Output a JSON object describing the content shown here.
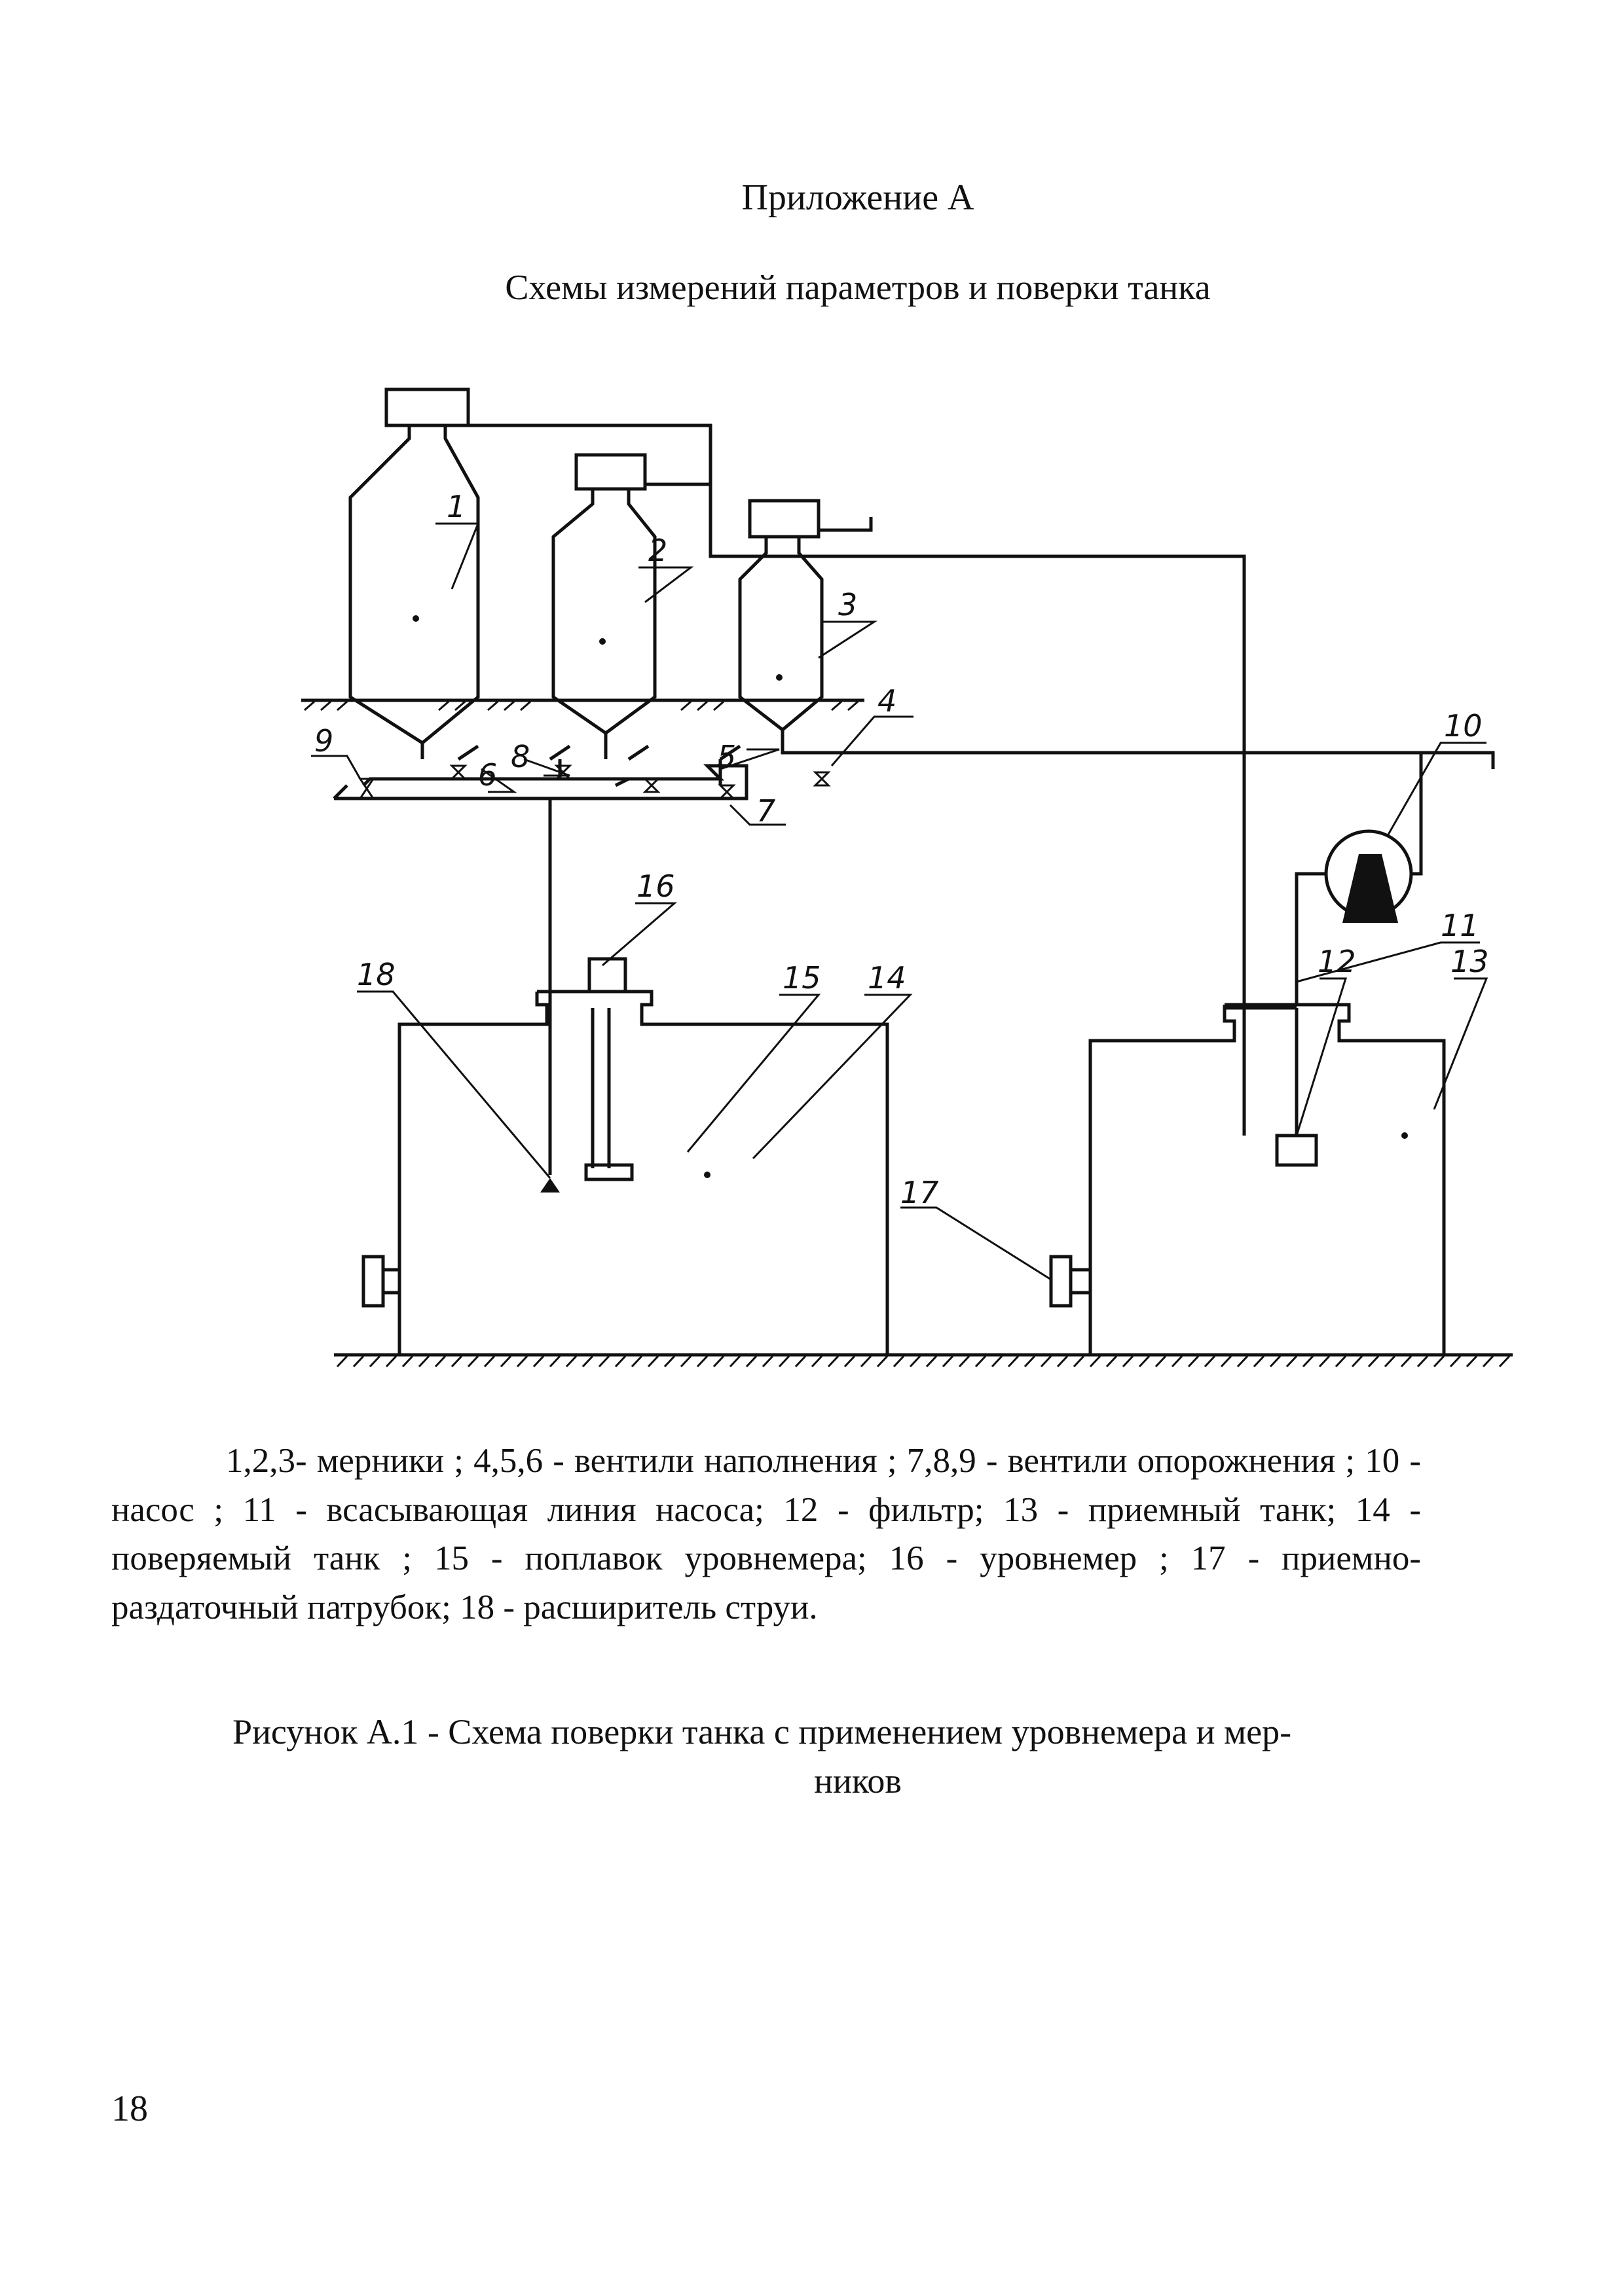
{
  "header": {
    "appendix": "Приложение А",
    "heading": "Схемы измерений параметров и поверки танка"
  },
  "diagram": {
    "labels": [
      "1",
      "2",
      "3",
      "4",
      "5",
      "6",
      "7",
      "8",
      "9",
      "10",
      "11",
      "12",
      "13",
      "14",
      "15",
      "16",
      "17",
      "18"
    ]
  },
  "legend": "1,2,3- мерники ; 4,5,6 - вентили наполнения ; 7,8,9 - вентили опорожнения ; 10 - насос ; 11 - всасывающая линия насоса; 12 - фильтр; 13 - приемный танк; 14 - поверяемый танк ; 15 - поплавок уровнемера; 16 - уровнемер ; 17 - приемно-раздаточный патрубок; 18 - расширитель струи.",
  "caption": {
    "line1": "Рисунок А.1  -  Схема поверки танка с применением уровнемера и мер-",
    "line2": "ников"
  },
  "page_number": "18"
}
